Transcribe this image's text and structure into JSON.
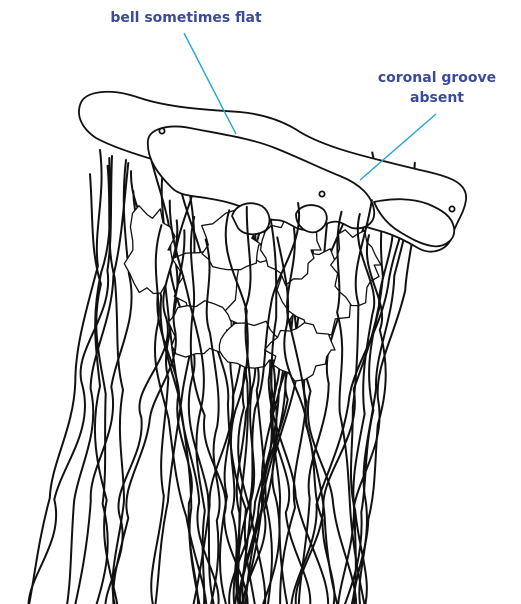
{
  "illustration": {
    "subject": "jellyfish-icon",
    "line_color": "#111111",
    "fill_color": "#ffffff"
  },
  "annotations": [
    {
      "text": "bell sometimes flat",
      "color": "#3b4a9c"
    },
    {
      "text_line1": "coronal groove",
      "text_line2": "absent",
      "color": "#3b4a9c"
    }
  ],
  "leader_color": "#22a7d8"
}
